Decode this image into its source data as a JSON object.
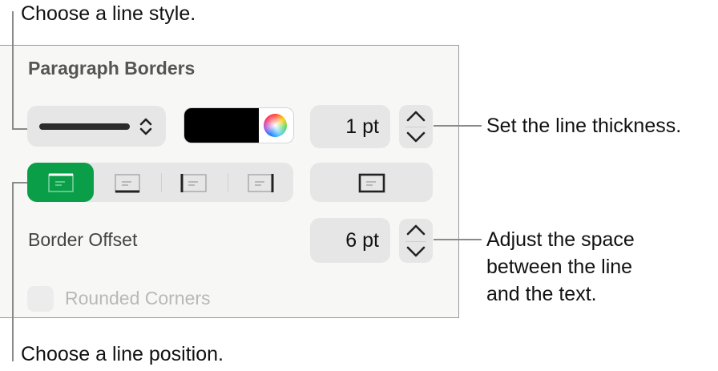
{
  "callouts": {
    "line_style": "Choose a line style.",
    "line_position": "Choose a line position.",
    "line_thickness": "Set the line thickness.",
    "offset_line1": "Adjust the space",
    "offset_line2": "between the line",
    "offset_line3": "and the text."
  },
  "panel": {
    "title": "Paragraph Borders",
    "line_style_icon": "solid-line",
    "color_well": {
      "color": "#000000",
      "picker_icon": "color-wheel-icon"
    },
    "thickness": {
      "value": "1 pt"
    },
    "position_options": [
      {
        "name": "top",
        "selected": true
      },
      {
        "name": "bottom",
        "selected": false
      },
      {
        "name": "left",
        "selected": false
      },
      {
        "name": "right",
        "selected": false
      }
    ],
    "outline_option": {
      "name": "box"
    },
    "border_offset": {
      "label": "Border Offset",
      "value": "6 pt"
    },
    "rounded_corners": {
      "label": "Rounded Corners",
      "checked": false,
      "enabled": false
    }
  },
  "colors": {
    "accent": "#0a9e48",
    "control_bg": "#e6e6e6",
    "panel_bg": "#f7f8f6"
  }
}
